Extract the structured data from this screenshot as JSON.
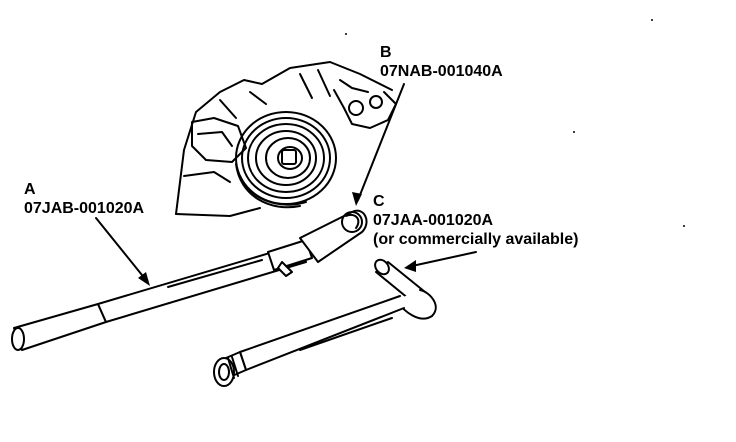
{
  "callouts": {
    "a": {
      "letter": "A",
      "part_number": "07JAB-001020A"
    },
    "b": {
      "letter": "B",
      "part_number": "07NAB-001040A"
    },
    "c": {
      "letter": "C",
      "part_number": "07JAA-001020A",
      "note": "(or commercially available)"
    }
  },
  "icons": {
    "engine": "engine-crankshaft-pulley-illustration",
    "tool_a": "handle-extension-tool",
    "tool_b": "pulley-holder-attachment",
    "tool_c": "socket-wrench-tool"
  }
}
